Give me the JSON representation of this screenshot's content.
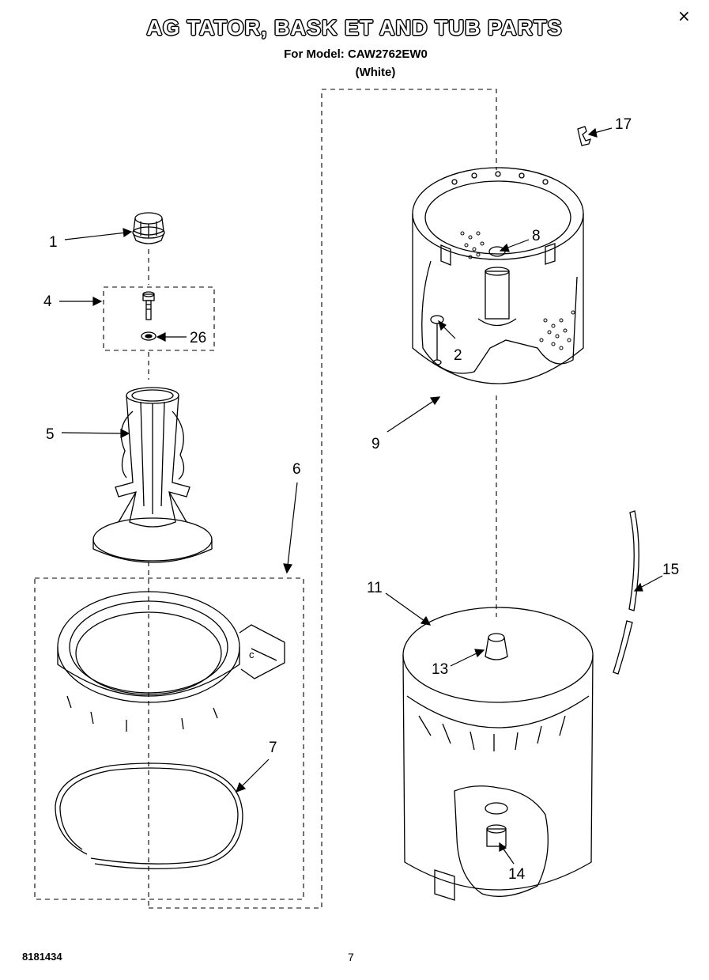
{
  "header": {
    "title": "AG TATOR, BASK ET AND TUB PARTS",
    "model_line": "For Model: CAW2762EW0",
    "color": "(White)"
  },
  "callouts": {
    "c1": "1",
    "c2": "2",
    "c4": "4",
    "c5": "5",
    "c6": "6",
    "c7": "7",
    "c8": "8",
    "c9": "9",
    "c11": "11",
    "c13": "13",
    "c14": "14",
    "c15": "15",
    "c17": "17",
    "c26": "26"
  },
  "footer": {
    "code": "8181434",
    "page": "7"
  },
  "icons": {
    "close": "close-icon"
  }
}
